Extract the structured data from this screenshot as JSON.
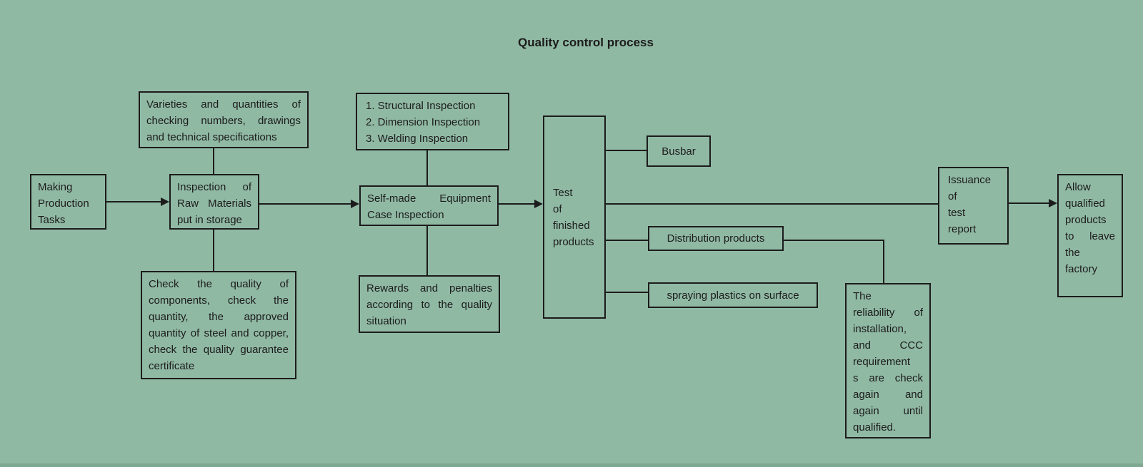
{
  "title": "Quality control process",
  "colors": {
    "background": "#90b9a4",
    "line": "#1c1c1c",
    "bottom_border": "#7fa892"
  },
  "nodes": {
    "making": {
      "label": "Making\nProduction\nTasks"
    },
    "varieties": {
      "label": "Varieties and quantities of checking numbers, drawings and technical specifications"
    },
    "raw_inspection": {
      "label": "Inspection of Raw Materials put in storage"
    },
    "check_quality": {
      "label": "Check the quality of components, check the quantity, the approved quantity of steel and copper, check the quality guarantee certificate"
    },
    "inspection_steps": {
      "label": "1. Structural Inspection\n2. Dimension Inspection\n3. Welding Inspection"
    },
    "self_made": {
      "label": "Self-made Equipment Case Inspection"
    },
    "rewards": {
      "label": "Rewards and penalties according to the quality situation"
    },
    "test": {
      "label": "Test\nof\nfinished\nproducts"
    },
    "busbar": {
      "label": "Busbar"
    },
    "distribution": {
      "label": "Distribution products"
    },
    "spraying": {
      "label": "spraying plastics on surface"
    },
    "issuance": {
      "label": "Issuance\nof\ntest\nreport"
    },
    "allow": {
      "label": "Allow\nqualified\nproducts\nto leave\nthe\nfactory"
    },
    "reliability": {
      "label": "The\nreliability of\ninstallation,\nand CCC\nrequirement\ns are check\nagain and\nagain until\nqualified."
    }
  }
}
